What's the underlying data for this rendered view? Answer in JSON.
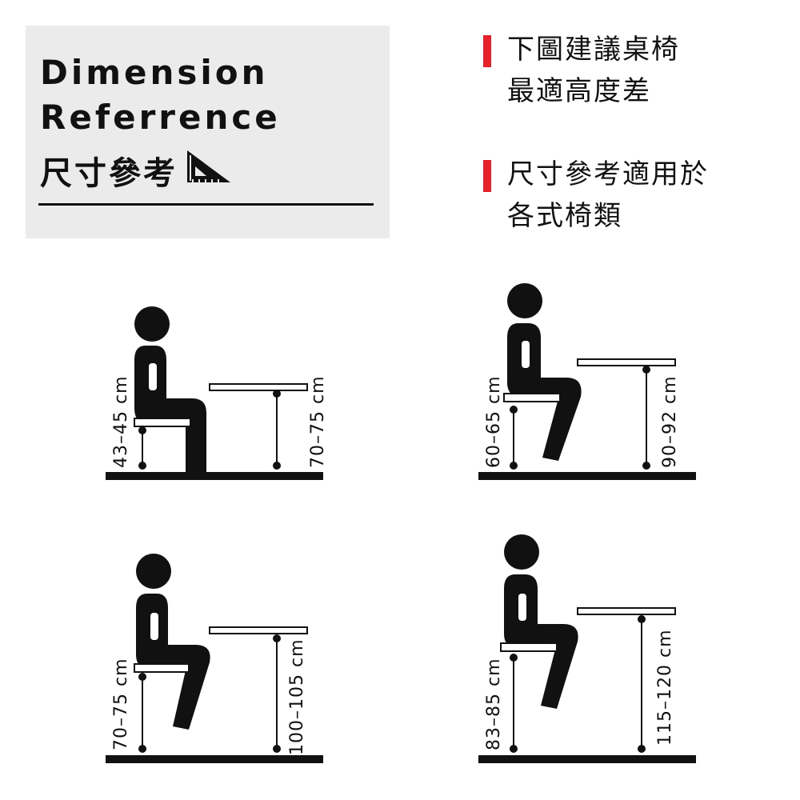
{
  "header": {
    "title_line1": "Dimension",
    "title_line2": "Referrence",
    "title_line3": "尺寸參考",
    "icon": "triangle-ruler-icon"
  },
  "notes": [
    {
      "line1": "下圖建議桌椅",
      "line2": "最適高度差"
    },
    {
      "line1": "尺寸參考適用於",
      "line2": "各式椅類"
    }
  ],
  "colors": {
    "accent": "#e8202a",
    "panel": "#ebebeb",
    "ink": "#111111"
  },
  "scenes": [
    {
      "seat_height": "43–45 cm",
      "desk_height": "70–75 cm"
    },
    {
      "seat_height": "60–65 cm",
      "desk_height": "90–92 cm"
    },
    {
      "seat_height": "70–75 cm",
      "desk_height": "100–105 cm"
    },
    {
      "seat_height": "83–85 cm",
      "desk_height": "115–120 cm"
    }
  ]
}
